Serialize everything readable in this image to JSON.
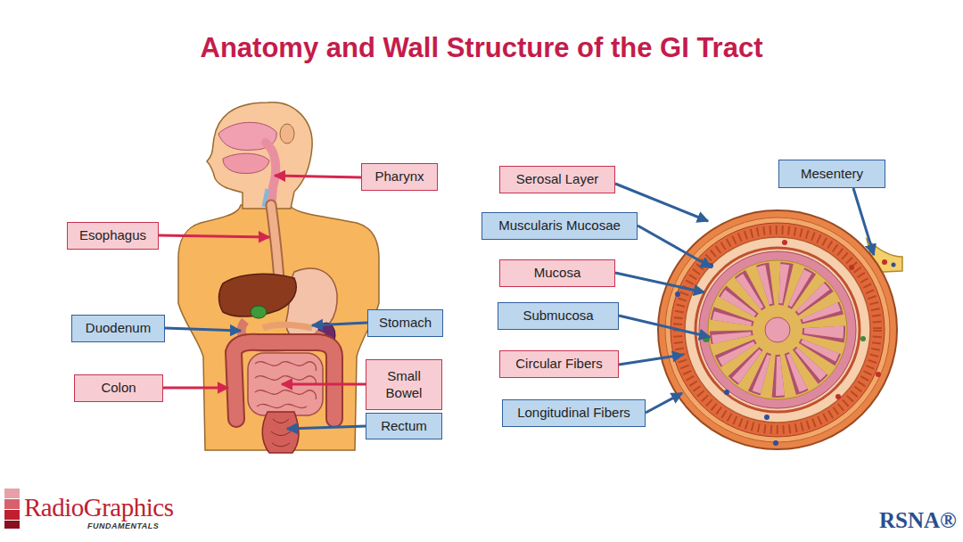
{
  "diagram": {
    "title": "Anatomy and Wall Structure of the GI Tract",
    "nodes": [
      {
        "text": [
          "Pharynx"
        ]
      },
      {
        "text": [
          "Esophagus"
        ]
      },
      {
        "text": [
          "Duodenum"
        ]
      },
      {
        "text": [
          "Stomach"
        ]
      },
      {
        "text": [
          "Colon"
        ]
      },
      {
        "text": [
          "Small Bowel"
        ]
      },
      {
        "text": [
          "Rectum"
        ]
      },
      {
        "text": [
          "Serosal Layer"
        ]
      },
      {
        "text": [
          "Muscularis Mucosae"
        ]
      },
      {
        "text": [
          "Mucosa"
        ]
      },
      {
        "text": [
          "Submucosa"
        ]
      },
      {
        "text": [
          "Circular Fibers"
        ]
      },
      {
        "text": [
          "Longitudinal Fibers"
        ]
      },
      {
        "text": [
          "Mesentery"
        ]
      }
    ],
    "labels": [
      "RadioGraphics",
      "FUNDAMENTALS",
      "RSNA®"
    ]
  }
}
